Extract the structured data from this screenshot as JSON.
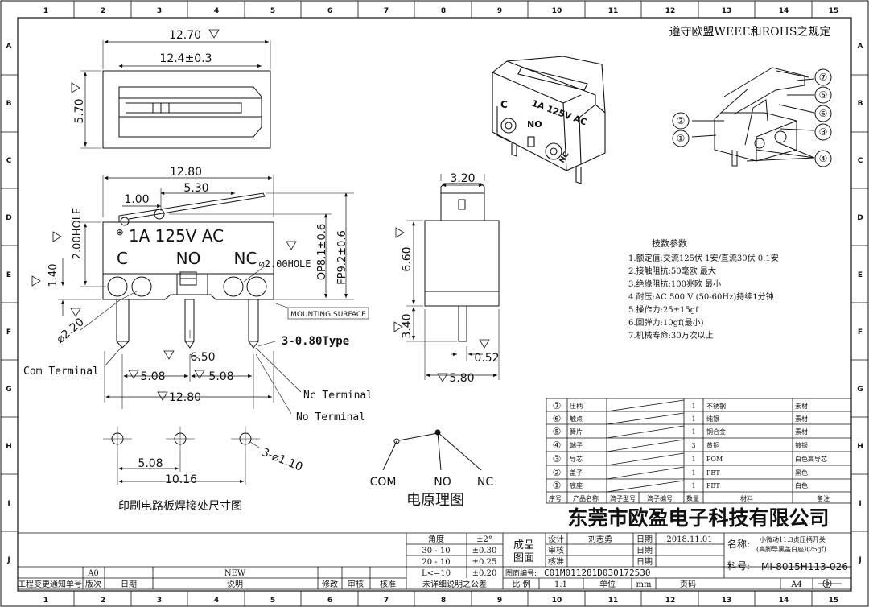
{
  "border": {
    "top_cols": [
      "1",
      "2",
      "3",
      "4",
      "5",
      "6",
      "7",
      "8",
      "9",
      "10",
      "11",
      "12",
      "13",
      "14",
      "15"
    ],
    "side_rows": [
      "A",
      "B",
      "C",
      "D",
      "E",
      "F",
      "G",
      "H",
      "I",
      "J"
    ]
  },
  "compliance_note": "遵守欧盟WEEE和ROHS之规定",
  "top_view": {
    "dim_width_total": "12.70",
    "dim_width_inner": "12.4±0.3",
    "dim_height": "5.70"
  },
  "front_view": {
    "dim_width": "12.80",
    "dim_lever_offset": "1.00",
    "dim_lever_len": "5.30",
    "dim_hole_height": "2.00HOLE",
    "dim_base_height": "1.40",
    "dim_op": "OP8.1±0.6",
    "dim_fp": "FP9.2±0.6",
    "hole_label": "⌀2.00HOLE",
    "body_marking": "1A  125V  AC",
    "term_c": "C",
    "term_no": "NO",
    "term_nc": "NC",
    "mounting_surface": "MOUNTING SURFACE",
    "dim_hole_dia": "⌀2.20",
    "pin_type": "3-0.80Type",
    "com_terminal": "Com Terminal",
    "dim_mid": "6.50",
    "dim_left_pitch": "5.08",
    "dim_right_pitch": "5.08",
    "dim_total_pitch": "12.80",
    "nc_terminal": "Nc Terminal",
    "no_terminal": "No Terminal"
  },
  "side_view": {
    "dim_top": "3.20",
    "dim_body": "6.60",
    "dim_pin": "3.40",
    "dim_pin_thick": "0.52",
    "dim_width": "5.80"
  },
  "iso_view": {
    "marking_line1": "1A  125V  AC",
    "marking_c": "C",
    "marking_no": "NO",
    "marking_nc": "NC"
  },
  "callouts": [
    "①",
    "②",
    "③",
    "④",
    "⑤",
    "⑥",
    "⑦"
  ],
  "specs": {
    "title": "技数参数",
    "items": [
      "1.额定值:交流125伏 1安/直流30伏 0.1安",
      "2.接触阻抗:50毫欧 最大",
      "3.绝缘阻抗:100兆欧 最小",
      "4.耐压:AC 500 V (50-60Hz)持续1分钟",
      "5.操作力:25±15gf",
      "6.回弹力:10gf(最小)",
      "7.机械寿命:30万次以上"
    ]
  },
  "pcb": {
    "dim_pitch": "5.08",
    "dim_total": "10.16",
    "dim_holes": "3-⌀1.10",
    "caption": "印刷电路板焊接处尺寸图"
  },
  "circuit": {
    "com": "COM",
    "no": "NO",
    "nc": "NC",
    "caption": "电原理图"
  },
  "bom": {
    "rows": [
      {
        "no": "⑦",
        "name": "压柄",
        "qty": "1",
        "material": "不锈钢",
        "note": "素材"
      },
      {
        "no": "⑥",
        "name": "触点",
        "qty": "1",
        "material": "纯银",
        "note": "素材"
      },
      {
        "no": "⑤",
        "name": "簧片",
        "qty": "1",
        "material": "铜合金",
        "note": "素材"
      },
      {
        "no": "④",
        "name": "端子",
        "qty": "3",
        "material": "黄铜",
        "note": "镀银"
      },
      {
        "no": "③",
        "name": "导芯",
        "qty": "1",
        "material": "POM",
        "note": "白色高导芯"
      },
      {
        "no": "②",
        "name": "盖子",
        "qty": "1",
        "material": "PBT",
        "note": "黑色"
      },
      {
        "no": "①",
        "name": "底座",
        "qty": "1",
        "material": "PBT",
        "note": "白色"
      }
    ],
    "header": {
      "no": "序号",
      "name": "产品名称",
      "model": "滴子型号",
      "code": "滴子编号",
      "qty": "数量",
      "material": "材料",
      "note": "备注"
    }
  },
  "company": "东莞市欧盈电子科技有限公司",
  "title_block": {
    "angle_label": "角度",
    "angle_tol": "±2°",
    "tol_rows": [
      {
        "range": "30 - 10",
        "tol": "±0.30"
      },
      {
        "range": "20 - 10",
        "tol": "±0.25"
      },
      {
        "range": "L<=10",
        "tol": "±0.20"
      }
    ],
    "product_label": "成品",
    "drawing_label": "图面",
    "design_label": "设计",
    "designer": "刘志勇",
    "date_label": "日期",
    "date": "2018.11.01",
    "review_label": "审核",
    "approve_label": "核准",
    "name_label": "名称:",
    "name_line1": "小微动11.3贞压柄开关",
    "name_line2": "(高脚导黑盖白座)(25gf)",
    "part_label": "料号:",
    "part_no": "MI-8015H113-026",
    "drawing_no_label": "图面编号:",
    "drawing_no": "C01M011281D030172530",
    "scale_label": "比 例",
    "scale": "1:1",
    "unit_label": "单位",
    "unit": "mm",
    "page_label": "页码",
    "paper": "A4",
    "rev_code": "A0",
    "rev_desc": "NEW",
    "rev_cols": [
      "工程变更通知单号",
      "版次",
      "日期",
      "说明",
      "修改",
      "审核",
      "核准"
    ],
    "tol_note": "未详细说明之公差"
  }
}
